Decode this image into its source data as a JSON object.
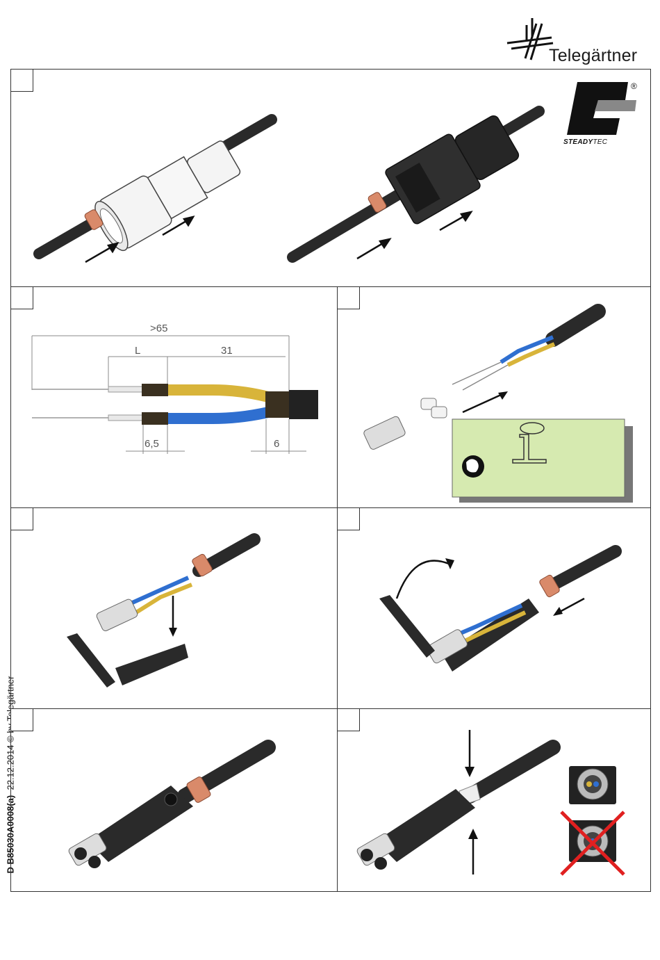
{
  "header": {
    "brand": "Telegärtner"
  },
  "badge": {
    "registered": "®",
    "steady": "STEADY",
    "tec": "TEC"
  },
  "footer_side": {
    "doc_code": "D B85030A0008(a)",
    "date_copyright": "22.12.2014 © by Telegärtner"
  },
  "dimensions": {
    "overall": ">65",
    "strip_length": "L",
    "jacket_length": "31",
    "braid_left": "6,5",
    "braid_right": "6"
  },
  "colors": {
    "frame": "#333333",
    "cable": "#2a2a2a",
    "sleeve": "#d98a6a",
    "blue_core": "#2f6fd0",
    "yellow_core": "#d8b43a",
    "info_sheet": "#d6eab0",
    "cross": "#e02020"
  },
  "icons": [
    "telegartner-logo-icon",
    "steadytec-logo-icon",
    "info-icon",
    "globe-icon",
    "cross-icon"
  ]
}
